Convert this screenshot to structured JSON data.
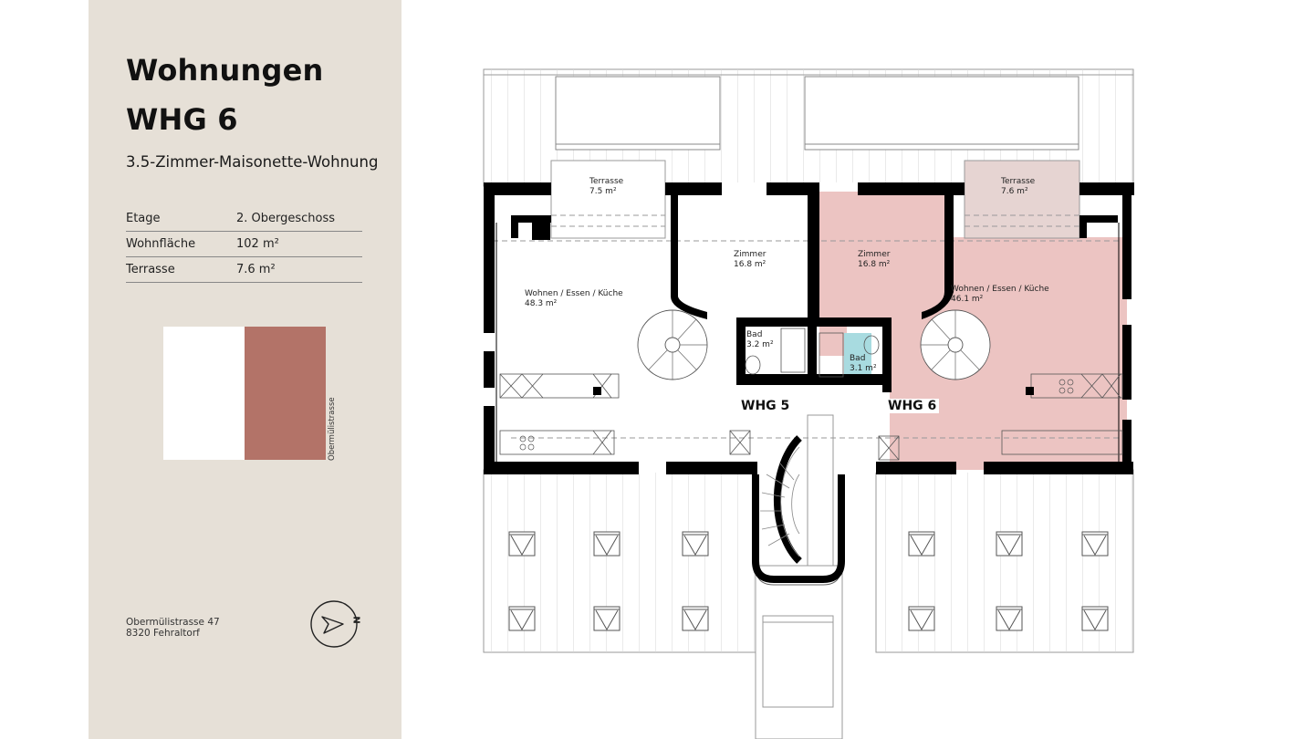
{
  "sidebar": {
    "title_line1": "Wohnungen",
    "title_line2": "WHG 6",
    "subtitle": "3.5-Zimmer-Maisonette-Wohnung",
    "info": [
      {
        "key": "Etage",
        "value": "2. Obergeschoss"
      },
      {
        "key": "Wohnfläche",
        "value": "102 m²"
      },
      {
        "key": "Terrasse",
        "value": "7.6 m²"
      }
    ],
    "site_plan": {
      "street_label": "Obermülistrasse",
      "highlight_color": "#b37368",
      "other_color": "#ffffff"
    },
    "address_line1": "Obermülistrasse 47",
    "address_line2": "8320 Fehraltorf",
    "compass_label": "N",
    "background_color": "#e6e0d7"
  },
  "floorplan": {
    "colors": {
      "highlight_unit": "#ecc4c2",
      "terrace_highlight": "#e6d4d2",
      "bathroom_highlight": "#a8dbe0",
      "walls": "#000000"
    },
    "units": [
      {
        "label": "WHG 5"
      },
      {
        "label": "WHG 6"
      }
    ],
    "rooms": [
      {
        "name": "Terrasse",
        "area": "7.5 m²"
      },
      {
        "name": "Zimmer",
        "area": "16.8 m²"
      },
      {
        "name": "Wohnen / Essen / Küche",
        "area": "48.3 m²"
      },
      {
        "name": "Bad",
        "area": "3.2 m²"
      },
      {
        "name": "Terrasse",
        "area": "7.6 m²"
      },
      {
        "name": "Zimmer",
        "area": "16.8 m²"
      },
      {
        "name": "Wohnen / Essen / Küche",
        "area": "46.1 m²"
      },
      {
        "name": "Bad",
        "area": "3.1 m²"
      }
    ]
  }
}
